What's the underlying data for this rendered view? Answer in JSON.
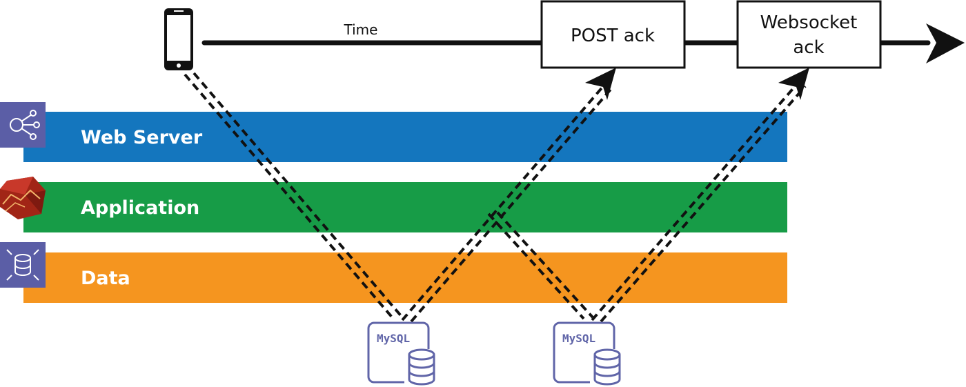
{
  "timeline": {
    "label": "Time",
    "color": "#111111",
    "events": [
      {
        "line1": "POST ack",
        "line2": ""
      },
      {
        "line1": "Websocket",
        "line2": "ack"
      }
    ]
  },
  "layers": [
    {
      "label": "Web Server",
      "color": "#1476be",
      "icon": "network-nodes-icon"
    },
    {
      "label": "Application",
      "color": "#179c47",
      "icon": "ruby-gem-icon"
    },
    {
      "label": "Data",
      "color": "#f5951f",
      "icon": "database-icon"
    }
  ],
  "databases": [
    {
      "label": "MySQL"
    },
    {
      "label": "MySQL"
    }
  ],
  "icon_color": "#6065a8",
  "device": {
    "icon": "smartphone-icon"
  }
}
